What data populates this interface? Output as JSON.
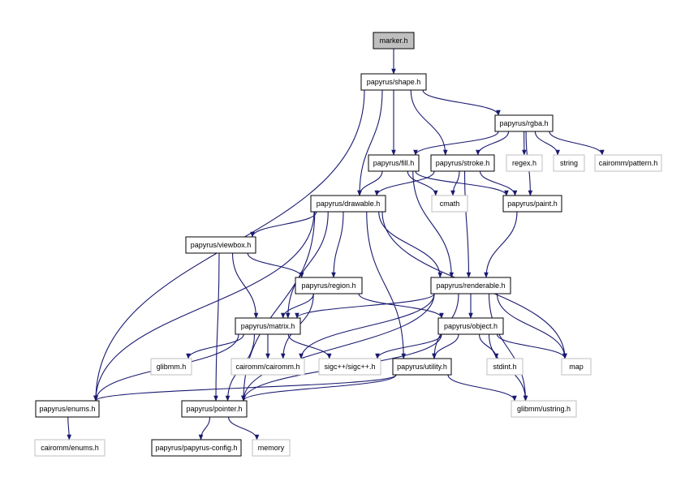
{
  "colors": {
    "edge": "#191970",
    "root_fill": "#bfbfbf",
    "external_border": "#bfbfbf"
  },
  "nodes": {
    "marker_h": {
      "label": "marker.h",
      "kind": "root"
    },
    "shape_h": {
      "label": "papyrus/shape.h",
      "kind": "local"
    },
    "rgba_h": {
      "label": "papyrus/rgba.h",
      "kind": "local"
    },
    "fill_h": {
      "label": "papyrus/fill.h",
      "kind": "local"
    },
    "stroke_h": {
      "label": "papyrus/stroke.h",
      "kind": "local"
    },
    "regex_h": {
      "label": "regex.h",
      "kind": "external"
    },
    "string": {
      "label": "string",
      "kind": "external"
    },
    "pattern_h": {
      "label": "cairomm/pattern.h",
      "kind": "external"
    },
    "drawable_h": {
      "label": "papyrus/drawable.h",
      "kind": "local"
    },
    "cmath": {
      "label": "cmath",
      "kind": "external"
    },
    "paint_h": {
      "label": "papyrus/paint.h",
      "kind": "local"
    },
    "viewbox_h": {
      "label": "papyrus/viewbox.h",
      "kind": "local"
    },
    "region_h": {
      "label": "papyrus/region.h",
      "kind": "local"
    },
    "renderable_h": {
      "label": "papyrus/renderable.h",
      "kind": "local"
    },
    "matrix_h": {
      "label": "papyrus/matrix.h",
      "kind": "local"
    },
    "object_h": {
      "label": "papyrus/object.h",
      "kind": "local"
    },
    "glibmm_h": {
      "label": "glibmm.h",
      "kind": "external"
    },
    "cairomm_h": {
      "label": "cairomm/cairomm.h",
      "kind": "external"
    },
    "sigc_h": {
      "label": "sigc++/sigc++.h",
      "kind": "external"
    },
    "utility_h": {
      "label": "papyrus/utility.h",
      "kind": "local"
    },
    "stdint_h": {
      "label": "stdint.h",
      "kind": "external"
    },
    "map": {
      "label": "map",
      "kind": "external"
    },
    "enums_h": {
      "label": "papyrus/enums.h",
      "kind": "local"
    },
    "pointer_h": {
      "label": "papyrus/pointer.h",
      "kind": "local"
    },
    "ustring_h": {
      "label": "glibmm/ustring.h",
      "kind": "external"
    },
    "cenums_h": {
      "label": "cairomm/enums.h",
      "kind": "external"
    },
    "config_h": {
      "label": "papyrus/papyrus-config.h",
      "kind": "local"
    },
    "memory": {
      "label": "memory",
      "kind": "external"
    }
  },
  "edges": [
    [
      "marker_h",
      "shape_h"
    ],
    [
      "shape_h",
      "rgba_h"
    ],
    [
      "shape_h",
      "fill_h"
    ],
    [
      "shape_h",
      "stroke_h"
    ],
    [
      "shape_h",
      "drawable_h"
    ],
    [
      "shape_h",
      "enums_h"
    ],
    [
      "rgba_h",
      "fill_h"
    ],
    [
      "rgba_h",
      "stroke_h"
    ],
    [
      "rgba_h",
      "regex_h"
    ],
    [
      "rgba_h",
      "string"
    ],
    [
      "rgba_h",
      "pattern_h"
    ],
    [
      "rgba_h",
      "paint_h"
    ],
    [
      "fill_h",
      "drawable_h"
    ],
    [
      "fill_h",
      "cmath"
    ],
    [
      "fill_h",
      "paint_h"
    ],
    [
      "fill_h",
      "renderable_h"
    ],
    [
      "stroke_h",
      "drawable_h"
    ],
    [
      "stroke_h",
      "cmath"
    ],
    [
      "stroke_h",
      "paint_h"
    ],
    [
      "stroke_h",
      "renderable_h"
    ],
    [
      "paint_h",
      "renderable_h"
    ],
    [
      "drawable_h",
      "viewbox_h"
    ],
    [
      "drawable_h",
      "region_h"
    ],
    [
      "drawable_h",
      "renderable_h"
    ],
    [
      "drawable_h",
      "matrix_h"
    ],
    [
      "drawable_h",
      "utility_h"
    ],
    [
      "drawable_h",
      "map"
    ],
    [
      "drawable_h",
      "enums_h"
    ],
    [
      "drawable_h",
      "pointer_h"
    ],
    [
      "viewbox_h",
      "region_h"
    ],
    [
      "viewbox_h",
      "matrix_h"
    ],
    [
      "viewbox_h",
      "pointer_h"
    ],
    [
      "region_h",
      "matrix_h"
    ],
    [
      "region_h",
      "object_h"
    ],
    [
      "region_h",
      "cairomm_h"
    ],
    [
      "renderable_h",
      "matrix_h"
    ],
    [
      "renderable_h",
      "object_h"
    ],
    [
      "renderable_h",
      "cairomm_h"
    ],
    [
      "renderable_h",
      "utility_h"
    ],
    [
      "renderable_h",
      "map"
    ],
    [
      "renderable_h",
      "pointer_h"
    ],
    [
      "renderable_h",
      "ustring_h"
    ],
    [
      "matrix_h",
      "glibmm_h"
    ],
    [
      "matrix_h",
      "cairomm_h"
    ],
    [
      "matrix_h",
      "sigc_h"
    ],
    [
      "matrix_h",
      "enums_h"
    ],
    [
      "matrix_h",
      "pointer_h"
    ],
    [
      "object_h",
      "sigc_h"
    ],
    [
      "object_h",
      "utility_h"
    ],
    [
      "object_h",
      "stdint_h"
    ],
    [
      "object_h",
      "map"
    ],
    [
      "object_h",
      "ustring_h"
    ],
    [
      "object_h",
      "pointer_h"
    ],
    [
      "utility_h",
      "enums_h"
    ],
    [
      "utility_h",
      "pointer_h"
    ],
    [
      "utility_h",
      "ustring_h"
    ],
    [
      "enums_h",
      "cenums_h"
    ],
    [
      "pointer_h",
      "config_h"
    ],
    [
      "pointer_h",
      "memory"
    ]
  ]
}
